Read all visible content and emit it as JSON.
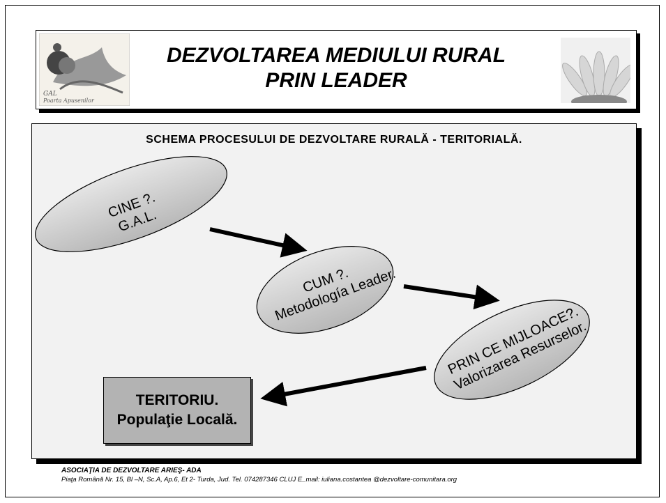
{
  "header": {
    "title_line1": "DEZVOLTAREA MEDIULUI RURAL",
    "title_line2": "PRIN    LEADER",
    "logo_text_line1": "GAL",
    "logo_text_line2": "Poarta Apusenilor"
  },
  "diagram": {
    "title": "SCHEMA PROCESULUI DE DEZVOLTARE  RURALĂ - TERITORIALĂ.",
    "nodes": [
      {
        "line1": "CINE ?.",
        "line2": "G.A.L."
      },
      {
        "line1": "CUM ?.",
        "line2": "Metodología Leader."
      },
      {
        "line1": "PRIN CE MIJLOACE?.",
        "line2": "Valorizarea Resurselor."
      }
    ],
    "territory": {
      "line1": "TERITORIU.",
      "line2": "Populaţie Locală."
    }
  },
  "footer": {
    "organization": "ASOCIAŢIA  DE  DEZVOLTARE  ARIEŞ- ADA",
    "address": "Piaţa Română Nr. 15, Bl –N, Sc.A, Ap.6, Et 2- Turda, Jud. Tel. 074287346  CLUJ E_mail: iuliana.costantea @dezvoltare-comunitara.org"
  },
  "colors": {
    "ellipse_fill": "#c8c8c8",
    "territory_fill": "#b3b3b3",
    "diagram_bg": "#f2f2f2"
  },
  "icons": [
    "gal-logo-icon",
    "sunflower-icon"
  ]
}
